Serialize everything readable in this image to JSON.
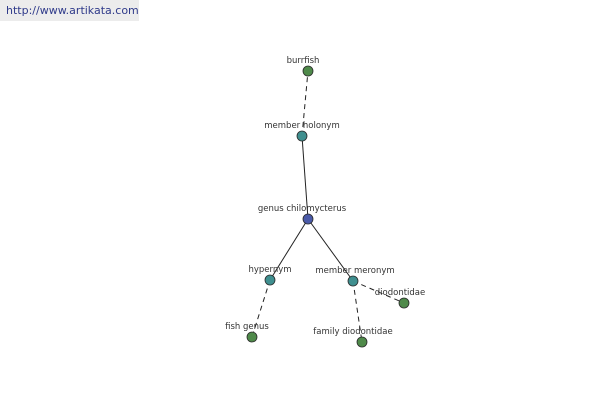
{
  "banner": {
    "url_text": "http://www.artikata.com"
  },
  "colors": {
    "root_node": "#4a5aa8",
    "relation_node": "#3f8f8f",
    "leaf_node": "#4f8a4a",
    "node_outline": "#2a2a2a",
    "edge": "#222222",
    "label_text": "#333333",
    "banner_bg": "#ececec",
    "banner_text": "#2f3a8a"
  },
  "nodes": [
    {
      "id": "burrfish",
      "label": "burrfish",
      "kind": "leaf"
    },
    {
      "id": "member-holonym",
      "label": "member holonym",
      "kind": "relation"
    },
    {
      "id": "genus-chilomycterus",
      "label": "genus chilomycterus",
      "kind": "root"
    },
    {
      "id": "hypernym",
      "label": "hypernym",
      "kind": "relation"
    },
    {
      "id": "member-meronym",
      "label": "member meronym",
      "kind": "relation"
    },
    {
      "id": "diodontidae",
      "label": "diodontidae",
      "kind": "leaf"
    },
    {
      "id": "fish-genus",
      "label": "fish genus",
      "kind": "leaf"
    },
    {
      "id": "family-diodontidae",
      "label": "family diodontidae",
      "kind": "leaf"
    }
  ],
  "edges": [
    {
      "from": "member-holonym",
      "to": "burrfish",
      "style": "dashed"
    },
    {
      "from": "genus-chilomycterus",
      "to": "member-holonym",
      "style": "solid"
    },
    {
      "from": "genus-chilomycterus",
      "to": "hypernym",
      "style": "solid"
    },
    {
      "from": "genus-chilomycterus",
      "to": "member-meronym",
      "style": "solid"
    },
    {
      "from": "hypernym",
      "to": "fish-genus",
      "style": "dashed"
    },
    {
      "from": "member-meronym",
      "to": "family-diodontidae",
      "style": "dashed"
    },
    {
      "from": "member-meronym",
      "to": "diodontidae",
      "style": "dashed"
    }
  ]
}
